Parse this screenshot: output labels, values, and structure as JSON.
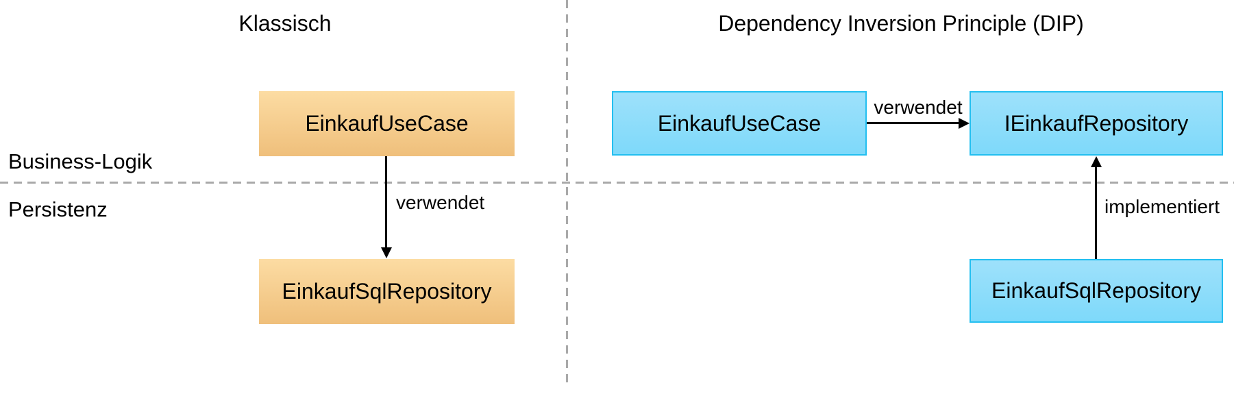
{
  "panels": {
    "left": {
      "title": "Klassisch"
    },
    "right": {
      "title": "Dependency Inversion Principle (DIP)"
    }
  },
  "layers": {
    "business": "Business-Logik",
    "persistence": "Persistenz"
  },
  "classic": {
    "use_case": "EinkaufUseCase",
    "repository": "EinkaufSqlRepository",
    "uses_label": "verwendet"
  },
  "dip": {
    "use_case": "EinkaufUseCase",
    "interface": "IEinkaufRepository",
    "repository": "EinkaufSqlRepository",
    "uses_label": "verwendet",
    "implements_label": "implementiert"
  },
  "colors": {
    "classic_box_top": "#FCDCA3",
    "classic_box_bottom": "#EFBF7B",
    "dip_box_top": "#9EE1FB",
    "dip_box_bottom": "#7ED9FA",
    "dip_box_border": "#23BFF0",
    "divider": "#A9A9A9",
    "arrow": "#000000",
    "text": "#000000"
  }
}
